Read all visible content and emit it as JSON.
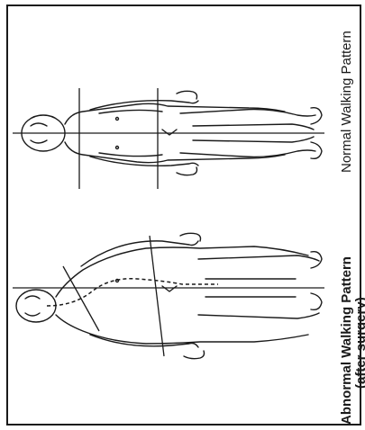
{
  "labels": {
    "normal": "Normal Walking Pattern",
    "abnormal_line1": "Abnormal Walking Pattern",
    "abnormal_line2": "(after surgery)"
  },
  "colors": {
    "ink": "#1a1a1a",
    "background": "#ffffff"
  }
}
